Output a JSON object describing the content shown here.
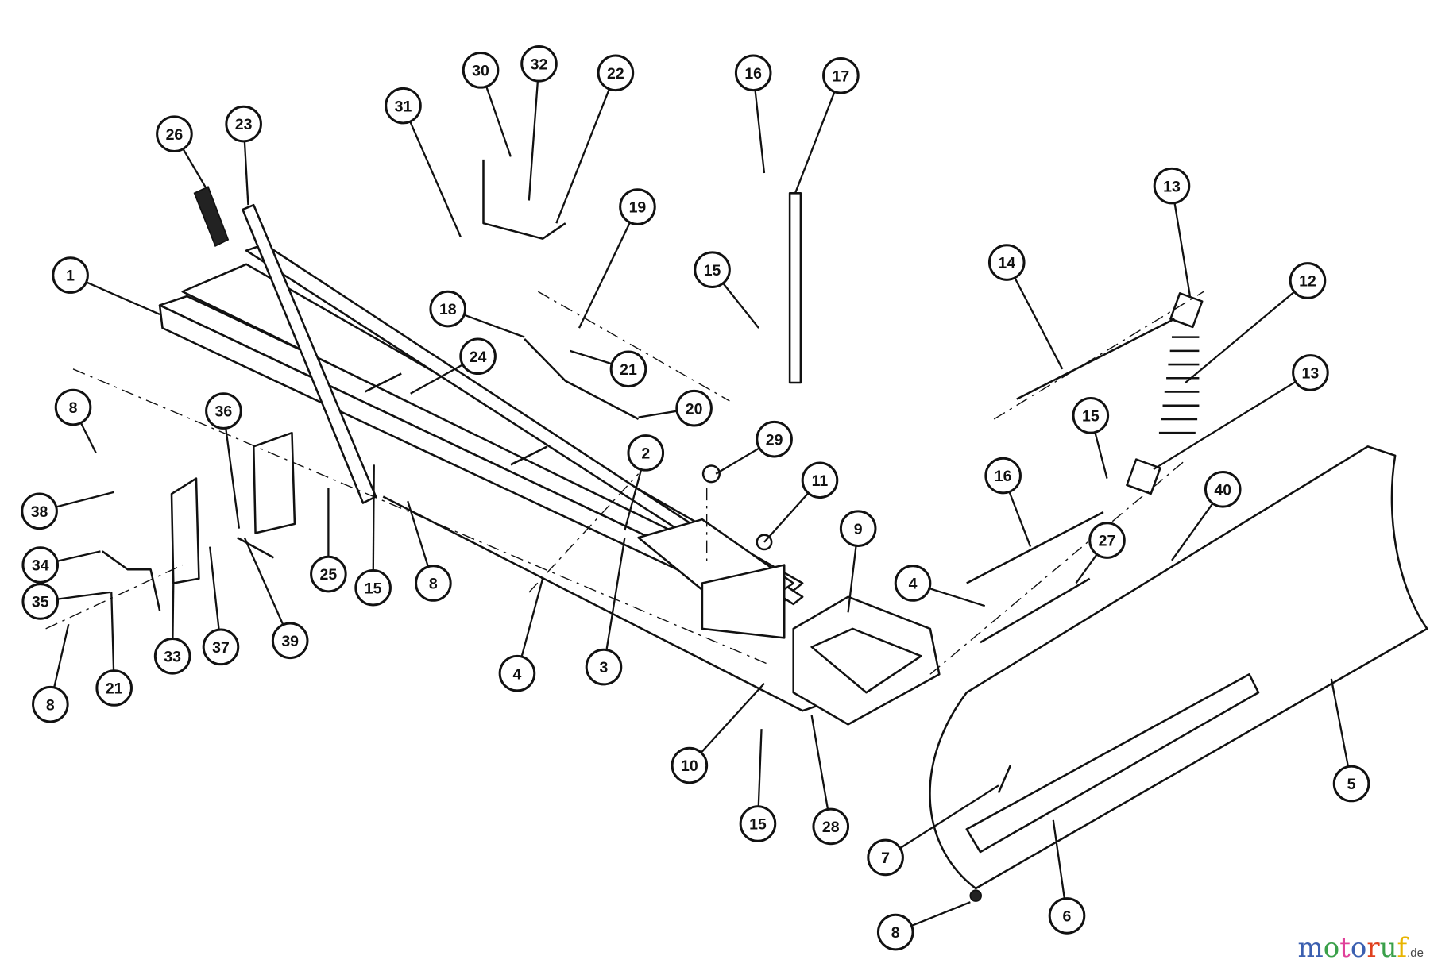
{
  "diagram": {
    "type": "exploded-parts-diagram",
    "callouts": [
      "30",
      "32",
      "22",
      "31",
      "16",
      "17",
      "26",
      "23",
      "19",
      "13",
      "1",
      "15",
      "14",
      "12",
      "18",
      "21",
      "24",
      "13",
      "8",
      "36",
      "20",
      "29",
      "2",
      "15",
      "11",
      "16",
      "40",
      "9",
      "27",
      "38",
      "34",
      "35",
      "4",
      "25",
      "15",
      "8",
      "39",
      "33",
      "37",
      "4",
      "3",
      "21",
      "8",
      "10",
      "5",
      "15",
      "28",
      "7",
      "6",
      "8"
    ]
  },
  "watermark": {
    "letters": [
      "m",
      "o",
      "t",
      "o",
      "r",
      "u",
      "f"
    ],
    "colors": [
      "#3b5fb0",
      "#3aa04a",
      "#e0409a",
      "#3b5fb0",
      "#e0401e",
      "#3aa04a",
      "#e8b400"
    ],
    "suffix": ".de"
  }
}
